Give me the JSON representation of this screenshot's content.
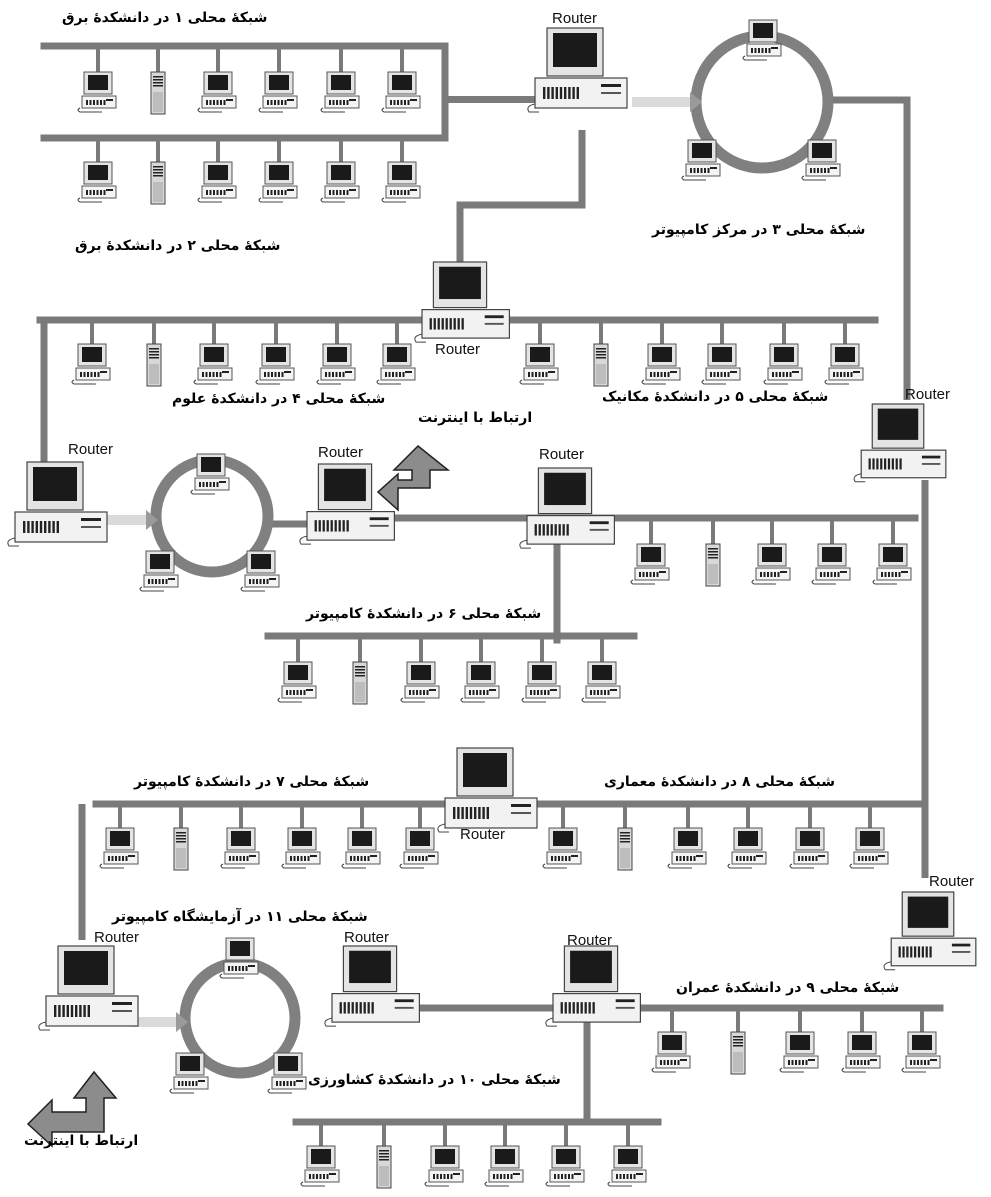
{
  "labels": {
    "lan1": "شبکۀ محلی ۱ در دانشکدۀ برق",
    "lan2": "شبکۀ محلی ۲ در دانشکدۀ برق",
    "lan3": "شبکۀ محلی ۳ در مرکز کامپیوتر",
    "lan4": "شبکۀ محلی ۴ در دانشکدۀ علوم",
    "lan5": "شبکۀ محلی ۵ در دانشکدۀ مکانیک",
    "lan6": "شبکۀ محلی ۶ در دانشکدۀ کامپیوتر",
    "lan7": "شبکۀ محلی ۷ در دانشکدۀ کامپیوتر",
    "lan8": "شبکۀ محلی ۸ در دانشکدۀ معماری",
    "lan9": "شبکۀ محلی ۹ در دانشکدۀ عمران",
    "lan10": "شبکۀ محلی ۱۰ در دانشکدۀ کشاورزی",
    "lan11": "شبکۀ محلی ۱۱ در آزمایشگاه کامپیوتر",
    "internet1": "ارتباط با اینترنت",
    "internet2": "ارتباط با اینترنت"
  },
  "router_label": "Router",
  "colors": {
    "line": "#7a7a7a",
    "ring": "#808080",
    "monitor_frame": "#e4e4e4",
    "screen": "#1a1a1a",
    "arrow": "#8c8c8c"
  }
}
